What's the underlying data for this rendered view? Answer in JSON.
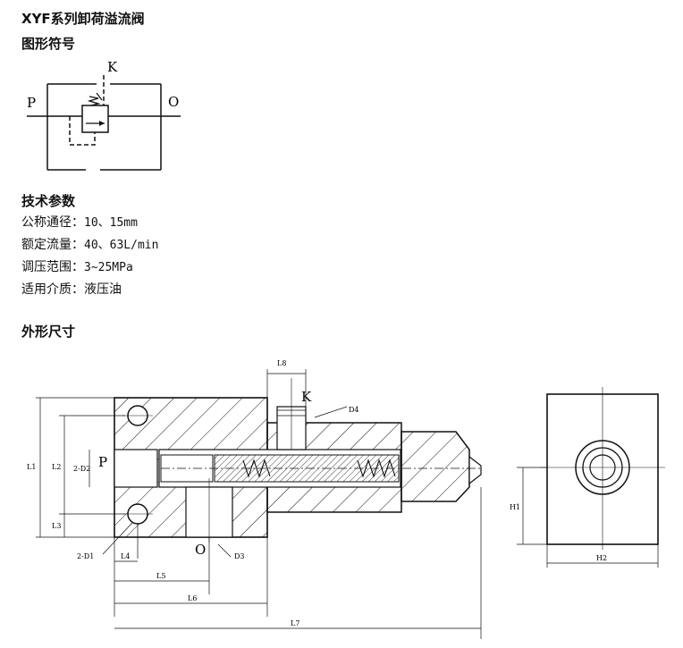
{
  "title": "XYF系列卸荷溢流阀",
  "symbol_section": {
    "heading": "图形符号",
    "port_p": "P",
    "port_k": "K",
    "port_o": "O"
  },
  "tech_section": {
    "heading": "技术参数",
    "params": [
      {
        "label": "公称通径：",
        "value": "10、15mm"
      },
      {
        "label": "额定流量：",
        "value": "40、63L/min"
      },
      {
        "label": "调压范围：",
        "value": "3~25MPa"
      },
      {
        "label": "适用介质：",
        "value": "液压油"
      }
    ]
  },
  "dimension_section": {
    "heading": "外形尺寸",
    "labels": {
      "k": "K",
      "d4": "D4",
      "l8": "L8",
      "l1": "L1",
      "l2": "L2",
      "two_d2": "2-D2",
      "p": "P",
      "l3": "L3",
      "two_d1": "2-D1",
      "l4": "L4",
      "o": "O",
      "d3": "D3",
      "l5": "L5",
      "l6": "L6",
      "l7": "L7",
      "h1": "H1",
      "h2": "H2"
    }
  }
}
